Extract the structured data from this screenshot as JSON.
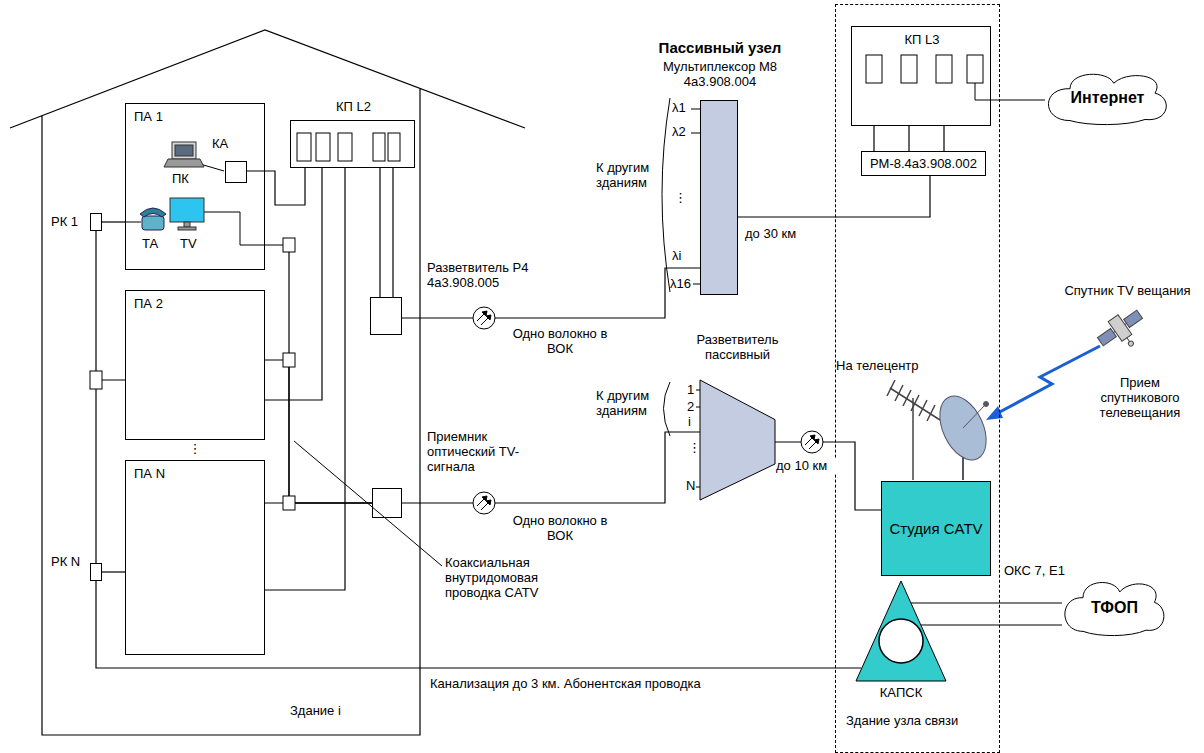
{
  "diagram": {
    "nodes": [
      {
        "text": [
          "Здание i"
        ]
      },
      {
        "text": [
          "ПА 1"
        ],
        "in": 0
      },
      {
        "text": [
          "КА"
        ],
        "in": 1
      },
      {
        "text": [
          "РК 1"
        ],
        "in": 0
      },
      {
        "text": [
          "КП L2"
        ],
        "in": 0
      },
      {
        "text": [
          "Разветвитель Р4 4а3.908.005"
        ],
        "in": 0
      },
      {
        "text": [
          "ПА 2"
        ],
        "in": 0
      },
      {
        "text": [
          "ПА N"
        ],
        "in": 0
      },
      {
        "text": [
          "РК N"
        ],
        "in": 0
      },
      {
        "text": [
          "Приемник оптический TV-сигнала"
        ],
        "in": 0
      },
      {
        "text": [
          "Пассивный узел",
          "Мультиплексор М8 4а3.908.004"
        ]
      },
      {
        "text": [
          "Разветвитель пассивный"
        ]
      },
      {
        "text": [
          "Здание узла связи"
        ]
      },
      {
        "text": [
          "КП L3"
        ],
        "in": 12
      },
      {
        "text": [
          "РМ-8.4а3.908.002"
        ],
        "in": 12
      },
      {
        "text": [
          "Студия CATV"
        ],
        "in": 12
      },
      {
        "text": [
          "КАПСК"
        ],
        "in": 12
      },
      {
        "text": [
          "Интернет"
        ]
      },
      {
        "text": [
          "ТФОП"
        ]
      }
    ],
    "edges": [
      {
        "from": 2,
        "to": 4,
        "arrow": "none"
      },
      {
        "from": 4,
        "to": 5,
        "arrow": "none"
      },
      {
        "from": 4,
        "to": 5,
        "arrow": "none"
      },
      {
        "from": 5,
        "to": 10,
        "label": "Одно волокно в ВОК",
        "arrow": "none"
      },
      {
        "from": 10,
        "to": 14,
        "label": "до 30 км",
        "arrow": "none"
      },
      {
        "from": 14,
        "to": 13,
        "arrow": "none"
      },
      {
        "from": 14,
        "to": 13,
        "arrow": "none"
      },
      {
        "from": 14,
        "to": 13,
        "arrow": "none"
      },
      {
        "from": 13,
        "to": 17,
        "arrow": "none"
      },
      {
        "from": 9,
        "to": 11,
        "label": "Одно волокно в ВОК",
        "arrow": "none"
      },
      {
        "from": 11,
        "to": 15,
        "label": "до 10 км",
        "arrow": "none"
      },
      {
        "from": 9,
        "to": 7,
        "arrow": "none"
      },
      {
        "from": 9,
        "to": 6,
        "arrow": "none"
      },
      {
        "from": 9,
        "to": 1,
        "arrow": "none"
      },
      {
        "from": 4,
        "to": 6,
        "arrow": "none"
      },
      {
        "from": 4,
        "to": 7,
        "arrow": "none"
      },
      {
        "from": 8,
        "to": 16,
        "label": "Канализация до 3 км. Абонентская проводка",
        "arrow": "none"
      },
      {
        "from": 16,
        "to": 18,
        "label": "ОКС 7, E1",
        "arrow": "none"
      },
      {
        "from": 16,
        "to": 18,
        "arrow": "none"
      },
      {
        "from": 3,
        "to": 1,
        "arrow": "none"
      },
      {
        "from": 8,
        "to": 7,
        "arrow": "none"
      },
      {
        "from": 3,
        "to": 8,
        "arrow": "none"
      }
    ],
    "labels": [
      "ПК",
      "ТА",
      "TV",
      "⋮",
      "Коаксиальная внутридомовая проводка CATV",
      "К другим зданиям",
      "λ1",
      "λ2",
      "⋮",
      "λi",
      "λ16",
      "К другим зданиям",
      "1",
      "2",
      "i",
      "⋮",
      "N",
      "На телецентр",
      "Спутник TV вещания",
      "Прием спутникового телевещания"
    ]
  }
}
